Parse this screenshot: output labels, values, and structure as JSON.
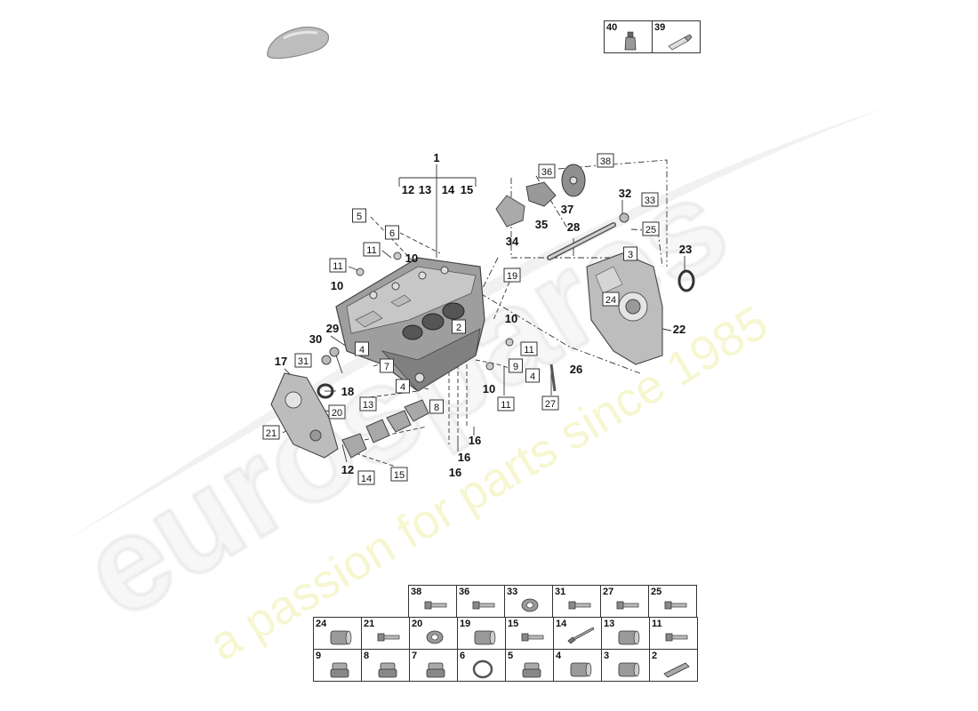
{
  "watermark": {
    "brand": "eurospares",
    "tagline": "a passion for parts since 1985"
  },
  "callouts": [
    {
      "id": "c1",
      "text": "1",
      "boxed": false
    },
    {
      "id": "c12a",
      "text": "12",
      "boxed": false
    },
    {
      "id": "c13a",
      "text": "13",
      "boxed": false
    },
    {
      "id": "c14a",
      "text": "14",
      "boxed": false
    },
    {
      "id": "c15a",
      "text": "15",
      "boxed": false
    },
    {
      "id": "c5",
      "text": "5",
      "boxed": true
    },
    {
      "id": "c6",
      "text": "6",
      "boxed": true
    },
    {
      "id": "c11a",
      "text": "11",
      "boxed": true
    },
    {
      "id": "c10a",
      "text": "10",
      "boxed": false
    },
    {
      "id": "c11b",
      "text": "11",
      "boxed": true
    },
    {
      "id": "c10b",
      "text": "10",
      "boxed": false
    },
    {
      "id": "c36",
      "text": "36",
      "boxed": true
    },
    {
      "id": "c38",
      "text": "38",
      "boxed": true
    },
    {
      "id": "c32",
      "text": "32",
      "boxed": false
    },
    {
      "id": "c33",
      "text": "33",
      "boxed": true
    },
    {
      "id": "c37",
      "text": "37",
      "boxed": false
    },
    {
      "id": "c34",
      "text": "34",
      "boxed": false
    },
    {
      "id": "c35",
      "text": "35",
      "boxed": false
    },
    {
      "id": "c28",
      "text": "28",
      "boxed": false
    },
    {
      "id": "c25",
      "text": "25",
      "boxed": true
    },
    {
      "id": "c3",
      "text": "3",
      "boxed": true
    },
    {
      "id": "c23",
      "text": "23",
      "boxed": false
    },
    {
      "id": "c19",
      "text": "19",
      "boxed": true
    },
    {
      "id": "c24",
      "text": "24",
      "boxed": true
    },
    {
      "id": "c22",
      "text": "22",
      "boxed": false
    },
    {
      "id": "c10c",
      "text": "10",
      "boxed": false
    },
    {
      "id": "c2",
      "text": "2",
      "boxed": true
    },
    {
      "id": "c11c",
      "text": "11",
      "boxed": true
    },
    {
      "id": "c29",
      "text": "29",
      "boxed": false
    },
    {
      "id": "c30",
      "text": "30",
      "boxed": false
    },
    {
      "id": "c4a",
      "text": "4",
      "boxed": true
    },
    {
      "id": "c31",
      "text": "31",
      "boxed": true
    },
    {
      "id": "c17",
      "text": "17",
      "boxed": false
    },
    {
      "id": "c7",
      "text": "7",
      "boxed": true
    },
    {
      "id": "c9",
      "text": "9",
      "boxed": true
    },
    {
      "id": "c4b",
      "text": "4",
      "boxed": true
    },
    {
      "id": "c26",
      "text": "26",
      "boxed": false
    },
    {
      "id": "c10d",
      "text": "10",
      "boxed": false
    },
    {
      "id": "c18",
      "text": "18",
      "boxed": false
    },
    {
      "id": "c4c",
      "text": "4",
      "boxed": true
    },
    {
      "id": "c13b",
      "text": "13",
      "boxed": true
    },
    {
      "id": "c8",
      "text": "8",
      "boxed": true
    },
    {
      "id": "c11d",
      "text": "11",
      "boxed": true
    },
    {
      "id": "c27",
      "text": "27",
      "boxed": true
    },
    {
      "id": "c20",
      "text": "20",
      "boxed": true
    },
    {
      "id": "c21",
      "text": "21",
      "boxed": true
    },
    {
      "id": "c16a",
      "text": "16",
      "boxed": false
    },
    {
      "id": "c16b",
      "text": "16",
      "boxed": false
    },
    {
      "id": "c16c",
      "text": "16",
      "boxed": false
    },
    {
      "id": "c12b",
      "text": "12",
      "boxed": false
    },
    {
      "id": "c14b",
      "text": "14",
      "boxed": true
    },
    {
      "id": "c15b",
      "text": "15",
      "boxed": true
    }
  ],
  "top_table": [
    {
      "num": "40",
      "icon": "grease-tube-icon"
    },
    {
      "num": "39",
      "icon": "sealant-tube-icon"
    }
  ],
  "bottom_table": [
    [
      {
        "num": "38",
        "icon": "bolt-icon"
      },
      {
        "num": "36",
        "icon": "bolt-icon"
      },
      {
        "num": "33",
        "icon": "washer-icon"
      },
      {
        "num": "31",
        "icon": "bolt-icon"
      },
      {
        "num": "27",
        "icon": "bolt-icon"
      },
      {
        "num": "25",
        "icon": "bolt-icon"
      }
    ],
    [
      {
        "num": "24",
        "icon": "sleeve-icon"
      },
      {
        "num": "21",
        "icon": "bolt-icon"
      },
      {
        "num": "20",
        "icon": "washer-icon"
      },
      {
        "num": "19",
        "icon": "sleeve-icon"
      },
      {
        "num": "15",
        "icon": "bolt-icon"
      },
      {
        "num": "14",
        "icon": "long-bolt-icon"
      },
      {
        "num": "13",
        "icon": "sleeve-icon"
      },
      {
        "num": "11",
        "icon": "bolt-icon"
      }
    ],
    [
      {
        "num": "9",
        "icon": "plug-icon"
      },
      {
        "num": "8",
        "icon": "plug-icon"
      },
      {
        "num": "7",
        "icon": "plug-icon"
      },
      {
        "num": "6",
        "icon": "o-ring-icon"
      },
      {
        "num": "5",
        "icon": "plug-icon"
      },
      {
        "num": "4",
        "icon": "sleeve-icon"
      },
      {
        "num": "3",
        "icon": "sleeve-icon"
      },
      {
        "num": "2",
        "icon": "pin-icon"
      }
    ]
  ]
}
